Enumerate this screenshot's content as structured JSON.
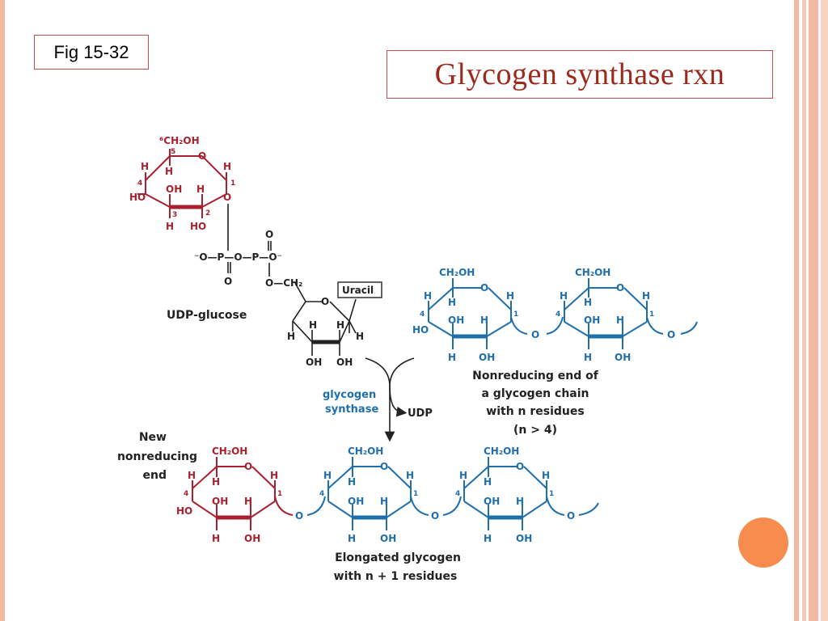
{
  "slide": {
    "figure_label": "Fig 15-32",
    "title": "Glycogen synthase rxn"
  },
  "colors": {
    "border": "#f4b9a3",
    "title_text": "#9b2a1d",
    "glucose_red": "#a8212f",
    "glycogen_blue": "#1f6fad",
    "enzyme_blue": "#1f6fad",
    "accent_dot": "#f68d4e"
  },
  "udp_glucose": {
    "name": "UDP-glucose",
    "c6": "⁶CH₂OH",
    "num5": "5",
    "num4": "4",
    "num3": "3",
    "num2": "2",
    "num1": "1",
    "ring_o": "O",
    "h": "H",
    "oh": "OH",
    "ho": "HO",
    "o": "O",
    "phosphate_left": "⁻O—P—O—P—O⁻",
    "p_o_top": "O",
    "p_o_bottom": "O",
    "o_ch2": "O—CH₂",
    "uracil": "Uracil"
  },
  "reaction": {
    "enzyme_line1": "glycogen",
    "enzyme_line2": "synthase",
    "product": "UDP"
  },
  "labels": {
    "nonreducing_1": "Nonreducing end of",
    "nonreducing_2": "a glycogen chain",
    "nonreducing_3": "with n residues",
    "nonreducing_4": "(n > 4)",
    "new_end_1": "New",
    "new_end_2": "nonreducing",
    "new_end_3": "end",
    "elongated_1": "Elongated  glycogen",
    "elongated_2": "with n + 1 residues"
  },
  "atoms": {
    "ch2oh": "CH₂OH",
    "o": "O",
    "h": "H",
    "oh": "OH",
    "ho": "HO",
    "num4": "4",
    "num1": "1"
  }
}
